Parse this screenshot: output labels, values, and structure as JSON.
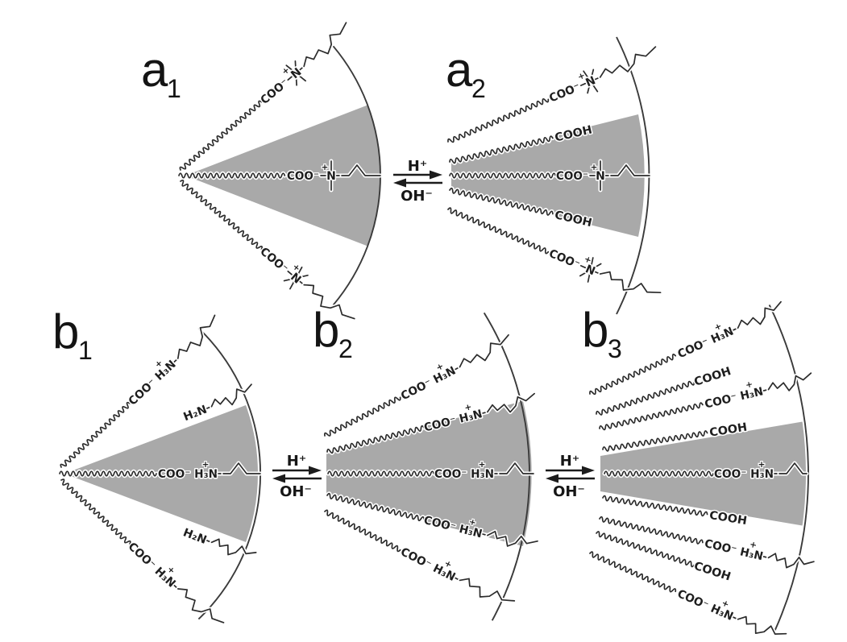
{
  "figure": {
    "colors": {
      "background": "#ffffff",
      "core_shading": "#a9a9a9",
      "line": "#2b2b2b",
      "text": "#1a1a1a"
    },
    "panels": [
      {
        "id": "a1",
        "label": {
          "base": "a",
          "sub": "1"
        },
        "chains": [
          {
            "label": "COO⁻",
            "group": "N",
            "charge": "+",
            "type": "quaternary-ammonium"
          },
          {
            "label": "COO⁻",
            "group": "N",
            "charge": "+",
            "type": "quaternary-ammonium"
          },
          {
            "label": "COO⁻",
            "group": "N",
            "charge": "+",
            "type": "quaternary-ammonium"
          }
        ]
      },
      {
        "id": "a2",
        "label": {
          "base": "a",
          "sub": "2"
        },
        "chains": [
          {
            "label": "COO⁻",
            "group": "N",
            "charge": "+",
            "type": "quaternary-ammonium"
          },
          {
            "label": "COOH",
            "type": "carboxylic-acid"
          },
          {
            "label": "COO⁻",
            "group": "N",
            "charge": "+",
            "type": "quaternary-ammonium"
          },
          {
            "label": "COOH",
            "type": "carboxylic-acid"
          },
          {
            "label": "COO⁻",
            "group": "N",
            "charge": "+",
            "type": "quaternary-ammonium"
          }
        ]
      },
      {
        "id": "b1",
        "label": {
          "base": "b",
          "sub": "1"
        },
        "chains": [
          {
            "label": "COO⁻ H₃N",
            "charge": "+",
            "type": "ammonium"
          },
          {
            "label": "H₂N",
            "type": "amine"
          },
          {
            "label": "COO⁻ H₃N",
            "charge": "+",
            "type": "ammonium"
          },
          {
            "label": "H₂N",
            "type": "amine"
          },
          {
            "label": "COO⁻ H₃N",
            "charge": "+",
            "type": "ammonium"
          }
        ]
      },
      {
        "id": "b2",
        "label": {
          "base": "b",
          "sub": "2"
        },
        "chains": [
          {
            "label": "COO⁻ H₃N",
            "charge": "+",
            "type": "ammonium"
          },
          {
            "label": "COO⁻ H₃N",
            "charge": "+",
            "type": "ammonium"
          },
          {
            "label": "COO⁻ H₃N",
            "charge": "+",
            "type": "ammonium"
          },
          {
            "label": "COO⁻ H₃N",
            "charge": "+",
            "type": "ammonium"
          },
          {
            "label": "COO⁻ H₃N",
            "charge": "+",
            "type": "ammonium"
          }
        ]
      },
      {
        "id": "b3",
        "label": {
          "base": "b",
          "sub": "3"
        },
        "chains": [
          {
            "label": "COO⁻ H₃N",
            "charge": "+",
            "type": "ammonium"
          },
          {
            "label": "COOH",
            "type": "carboxylic-acid"
          },
          {
            "label": "COO⁻ H₃N",
            "charge": "+",
            "type": "ammonium"
          },
          {
            "label": "COOH",
            "type": "carboxylic-acid"
          },
          {
            "label": "COO⁻ H₃N",
            "charge": "+",
            "type": "ammonium"
          },
          {
            "label": "COOH",
            "type": "carboxylic-acid"
          },
          {
            "label": "COO⁻ H₃N",
            "charge": "+",
            "type": "ammonium"
          },
          {
            "label": "COOH",
            "type": "carboxylic-acid"
          },
          {
            "label": "COO⁻ H₃N",
            "charge": "+",
            "type": "ammonium"
          }
        ]
      }
    ],
    "equilibria": [
      {
        "forward": "H⁺",
        "reverse": "OH⁻"
      },
      {
        "forward": "H⁺",
        "reverse": "OH⁻"
      },
      {
        "forward": "H⁺",
        "reverse": "OH⁻"
      }
    ]
  }
}
